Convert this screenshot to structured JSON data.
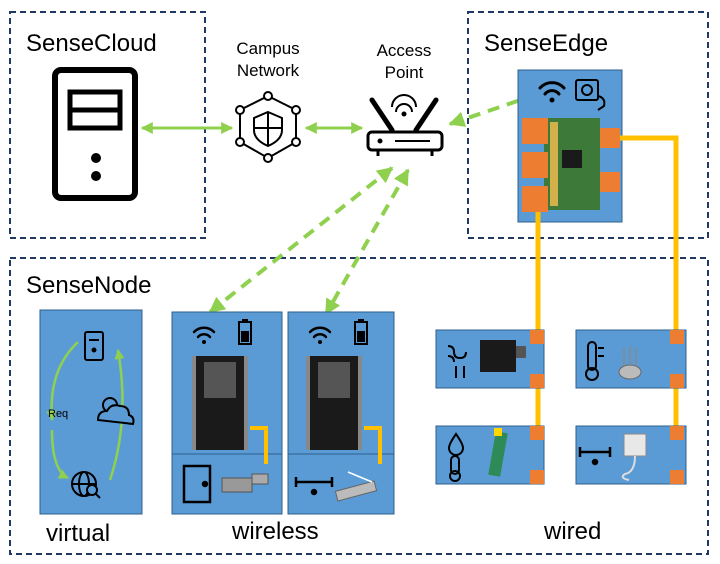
{
  "regions": {
    "cloud": "SenseCloud",
    "edge": "SenseEdge",
    "node": "SenseNode"
  },
  "network": {
    "campus_line1": "Campus",
    "campus_line2": "Network",
    "ap_line1": "Access",
    "ap_line2": "Point"
  },
  "categories": {
    "virtual": "virtual",
    "wireless": "wireless",
    "wired": "wired"
  },
  "virtual_cycle": {
    "req_label": "Req"
  },
  "colors": {
    "dashed_border": "#1f3864",
    "card_blue": "#5b9bd5",
    "card_border": "#2e5f8a",
    "link_green": "#8fd14f",
    "wire_yellow": "#ffc000",
    "port_orange": "#ed7d31"
  },
  "icons": {
    "server": "server-icon",
    "network": "shield-network-icon",
    "router": "router-icon",
    "wifi": "wifi-icon",
    "battery": "battery-icon",
    "power": "power-plug-icon",
    "weather": "sun-cloud-icon",
    "web": "globe-search-icon",
    "door": "door-icon",
    "pipe": "pipe-leak-icon",
    "airflow": "airflow-icon",
    "thermometer": "thermometer-icon",
    "droplet": "droplet-icon"
  }
}
